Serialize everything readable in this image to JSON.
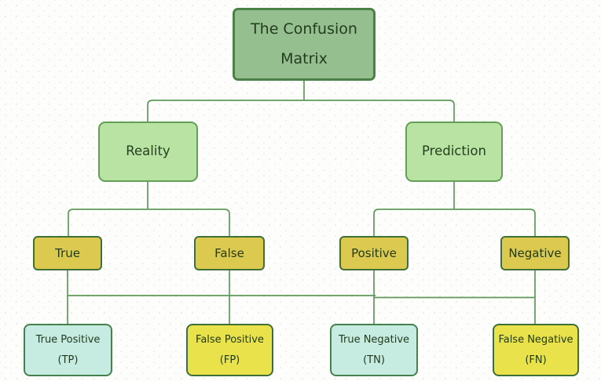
{
  "diagram": {
    "nodes": {
      "root": {
        "line1": "The Confusion",
        "line2": "Matrix"
      },
      "reality": {
        "label": "Reality"
      },
      "prediction": {
        "label": "Prediction"
      },
      "true": {
        "label": "True"
      },
      "false": {
        "label": "False"
      },
      "positive": {
        "label": "Positive"
      },
      "negative": {
        "label": "Negative"
      },
      "tp": {
        "line1": "True Positive",
        "line2": "(TP)"
      },
      "fp": {
        "line1": "False Positive",
        "line2": "(FP)"
      },
      "tn": {
        "line1": "True Negative",
        "line2": "(TN)"
      },
      "fn": {
        "line1": "False Negative",
        "line2": "(FN)"
      }
    },
    "edges": [
      "root-reality",
      "root-prediction",
      "reality-true",
      "reality-false",
      "prediction-positive",
      "prediction-negative",
      "true-tp",
      "false-fp",
      "positive-tn",
      "negative-fn"
    ],
    "colors": {
      "root_fill": "#95bf8f",
      "root_border": "#4a8146",
      "level2_fill": "#b9e3a2",
      "level2_border": "#61a055",
      "level3_fill": "#dcc94f",
      "level3_border": "#3f7038",
      "cyan_fill": "#c6ebe1",
      "cyan_border": "#45804d",
      "yellow_fill": "#e9e24a",
      "yellow_border": "#3d6f36",
      "connector": "#5e9959",
      "text": "#24411f",
      "background": "#fdfdfc"
    }
  }
}
